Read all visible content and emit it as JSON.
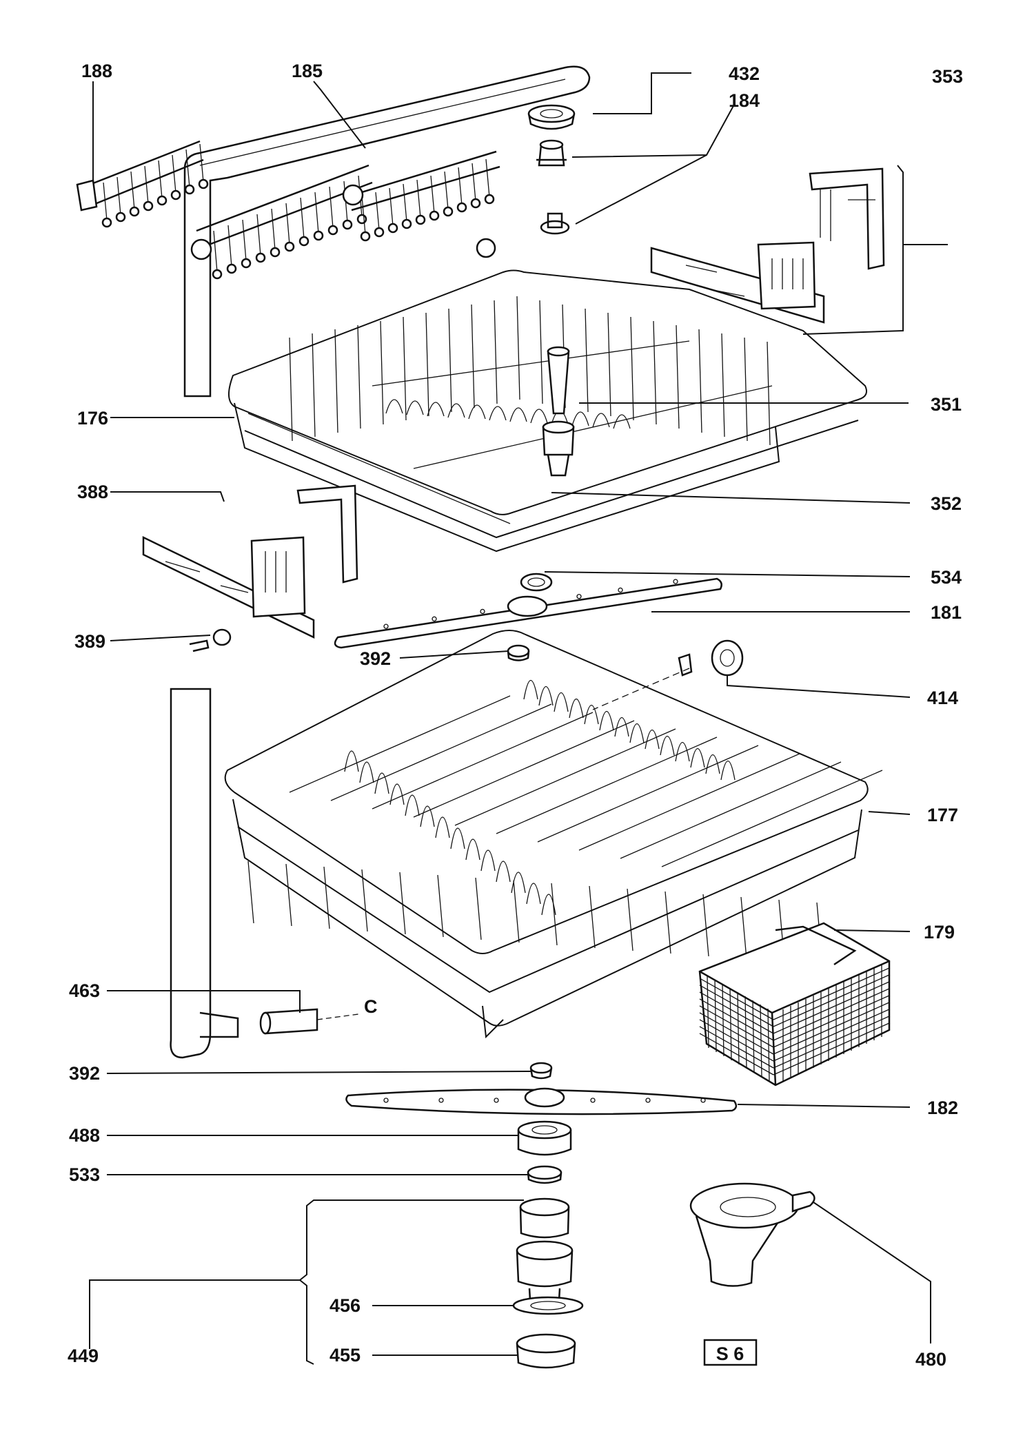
{
  "sheet_code": "S 6",
  "extra_marker": "C",
  "callouts": [
    {
      "id": "c188",
      "text": "188"
    },
    {
      "id": "c185",
      "text": "185"
    },
    {
      "id": "c432",
      "text": "432"
    },
    {
      "id": "c184",
      "text": "184"
    },
    {
      "id": "c353",
      "text": "353"
    },
    {
      "id": "c176",
      "text": "176"
    },
    {
      "id": "c351",
      "text": "351"
    },
    {
      "id": "c388",
      "text": "388"
    },
    {
      "id": "c352",
      "text": "352"
    },
    {
      "id": "c534",
      "text": "534"
    },
    {
      "id": "c181",
      "text": "181"
    },
    {
      "id": "c389",
      "text": "389"
    },
    {
      "id": "c392a",
      "text": "392"
    },
    {
      "id": "c414",
      "text": "414"
    },
    {
      "id": "c177",
      "text": "177"
    },
    {
      "id": "c179",
      "text": "179"
    },
    {
      "id": "c463",
      "text": "463"
    },
    {
      "id": "c392b",
      "text": "392"
    },
    {
      "id": "c182",
      "text": "182"
    },
    {
      "id": "c488",
      "text": "488"
    },
    {
      "id": "c533",
      "text": "533"
    },
    {
      "id": "c456",
      "text": "456"
    },
    {
      "id": "c449",
      "text": "449"
    },
    {
      "id": "c455",
      "text": "455"
    },
    {
      "id": "c480",
      "text": "480"
    }
  ]
}
